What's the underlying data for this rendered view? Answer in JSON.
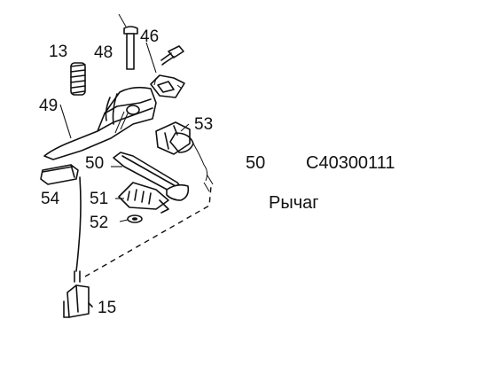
{
  "diagram": {
    "callouts": [
      "13",
      "48",
      "46",
      "49",
      "53",
      "50",
      "54",
      "51",
      "52",
      "15"
    ],
    "part": {
      "position": "50",
      "code": "C40300111",
      "name": "Рычаг"
    },
    "ink_color": "#111111",
    "background": "#ffffff"
  }
}
